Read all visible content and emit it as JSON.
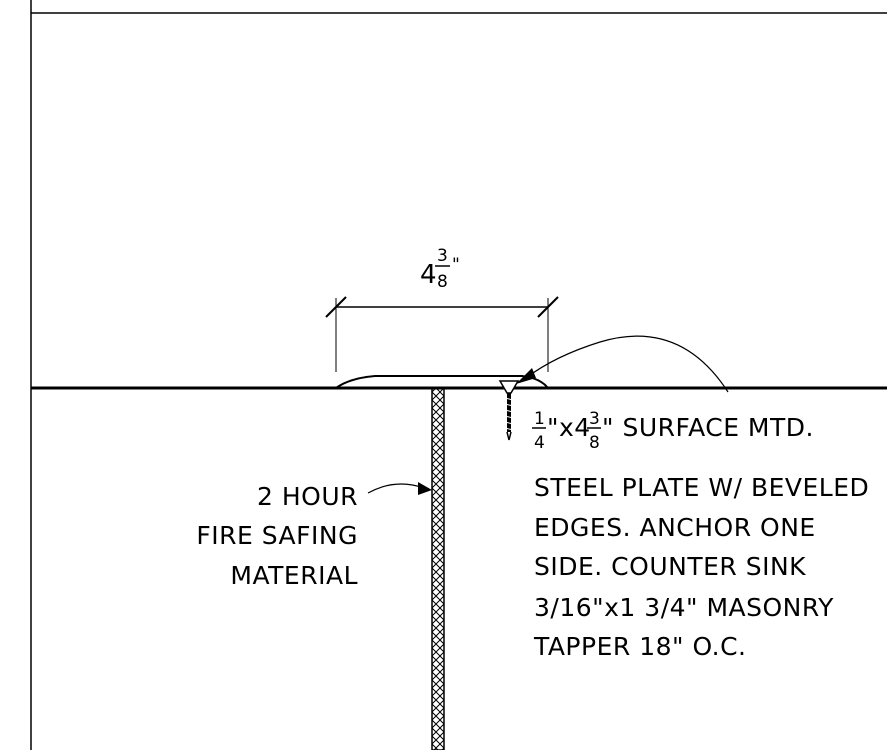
{
  "drawing": {
    "dimension": {
      "whole": "4",
      "frac_num": "3",
      "frac_den": "8",
      "inch_mark": "\""
    },
    "left_label": {
      "lines": [
        "2 HOUR",
        "FIRE SAFING",
        "MATERIAL"
      ]
    },
    "right_label": {
      "line1_prefix_num": "1",
      "line1_prefix_den": "4",
      "line1_x": "\"x4",
      "line1_num": "3",
      "line1_den": "8",
      "line1_rest": "\" SURFACE MTD.",
      "lines": [
        "STEEL PLATE W/ BEVELED",
        "EDGES. ANCHOR ONE",
        "SIDE. COUNTER SINK",
        "3/16\"x1 3/4\" MASONRY",
        "TAPPER 18\" O.C."
      ]
    },
    "colors": {
      "line": "#000000",
      "background": "#ffffff"
    }
  }
}
